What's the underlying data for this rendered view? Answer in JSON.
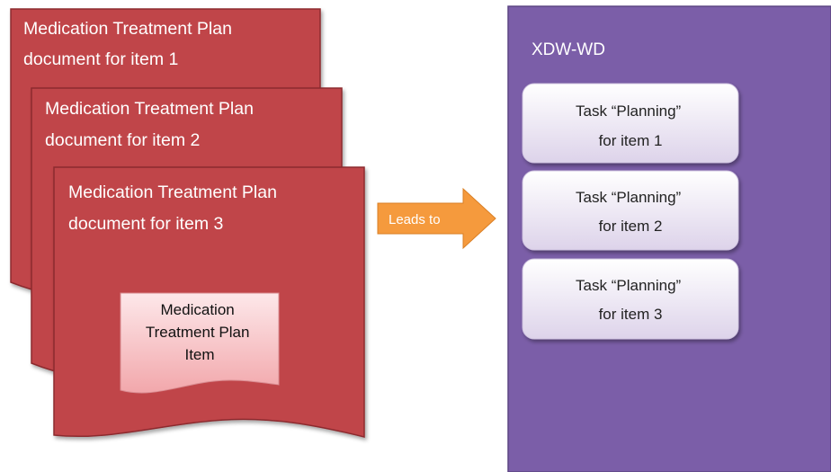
{
  "documents": [
    {
      "line1": "Medication Treatment Plan",
      "line2": "document for item 1"
    },
    {
      "line1": "Medication Treatment Plan",
      "line2": "document for item 2"
    },
    {
      "line1": "Medication Treatment Plan",
      "line2": "document for item 3"
    }
  ],
  "item_document": {
    "line1": "Medication",
    "line2": "Treatment Plan",
    "line3": "Item"
  },
  "arrow": {
    "label": "Leads to"
  },
  "workflow": {
    "title": "XDW-WD",
    "tasks": [
      {
        "line1": "Task “Planning”",
        "line2": "for item 1"
      },
      {
        "line1": "Task “Planning”",
        "line2": "for item 2"
      },
      {
        "line1": "Task “Planning”",
        "line2": "for item 3"
      }
    ]
  },
  "colors": {
    "document_fill": "#c0444a",
    "document_stroke": "#8c2b2f",
    "workflow_fill": "#7b5ea8",
    "workflow_stroke": "#5c4583",
    "arrow_fill": "#f59a3d",
    "task_fill_top": "#ffffff",
    "task_fill_bottom": "#ddd3ea",
    "item_fill_top": "#fde8ea",
    "item_fill_bottom": "#f2a7ab"
  }
}
